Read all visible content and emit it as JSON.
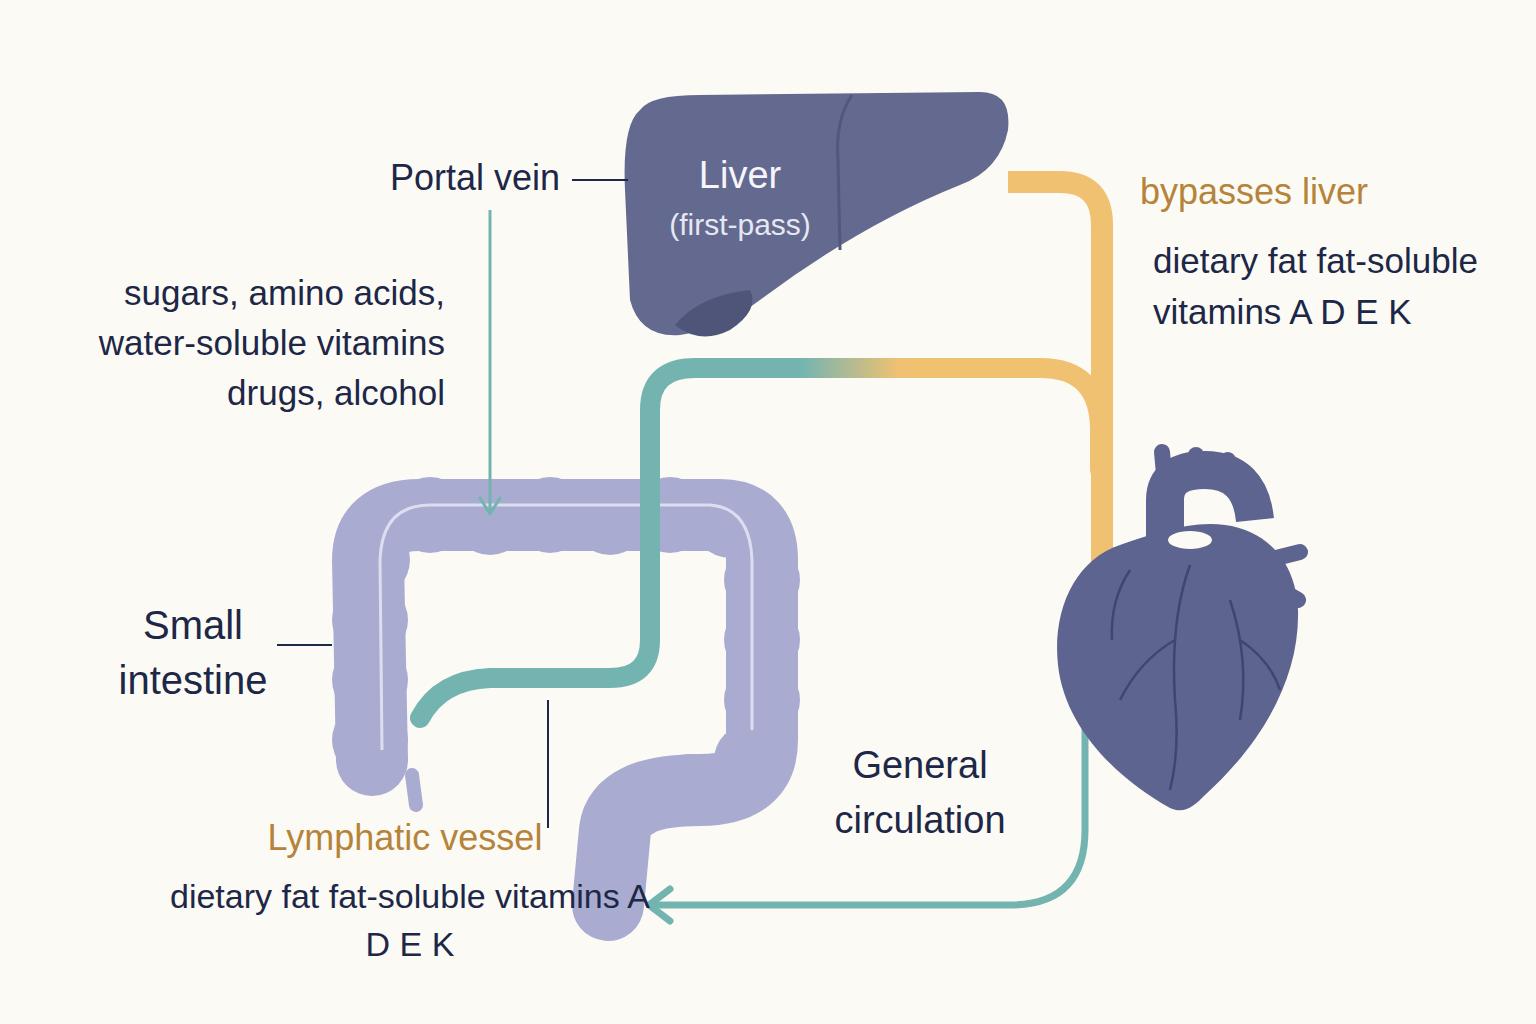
{
  "diagram": {
    "nodes": [
      {
        "text": [
          "Liver",
          "(first-pass)"
        ]
      },
      {
        "text": [
          "Small intestine"
        ]
      }
    ],
    "labels": [
      "Portal vein",
      "sugars, amino acids, water-soluble vitamins drugs, alcohol",
      "bypasses liver",
      "dietary fat fat-soluble vitamins A D E K",
      "General circulation",
      "Lymphatic vessel",
      "dietary fat fat-soluble vitamins A D E K"
    ]
  }
}
